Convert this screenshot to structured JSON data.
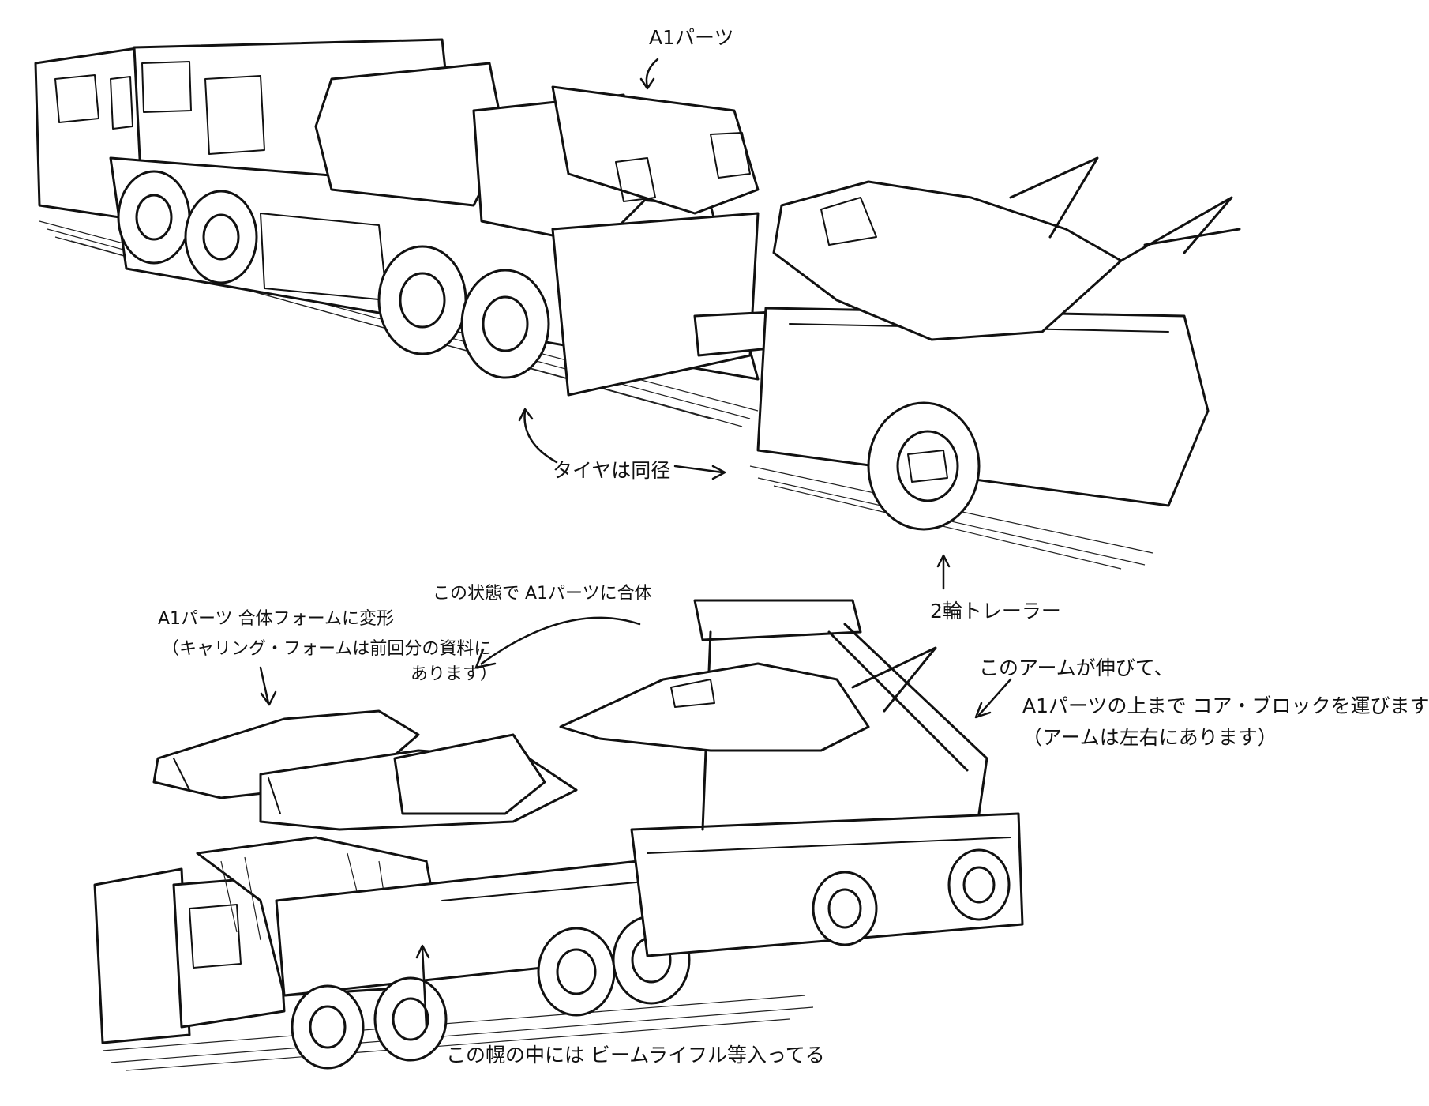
{
  "annotations": {
    "a_parts_top": "A1パーツ",
    "tire_same_diameter": "タイヤは同径",
    "two_wheel_trailer": "2輪トレーラー",
    "combine_in_this_state": "この状態で A1パーツに合体",
    "transform_line1": "A1パーツ 合体フォームに変形",
    "transform_line2": "（キャリング・フォームは前回分の資料に",
    "transform_line3": "あります）",
    "arm_line1": "このアームが伸びて、",
    "arm_line2": "A1パーツの上まで コア・ブロックを運びます",
    "arm_line3": "（アームは左右にあります）",
    "beam_rifle_note": "この幌の中には ビームライフル等入ってる"
  },
  "colors": {
    "ink": "#111111",
    "paper": "#ffffff"
  }
}
